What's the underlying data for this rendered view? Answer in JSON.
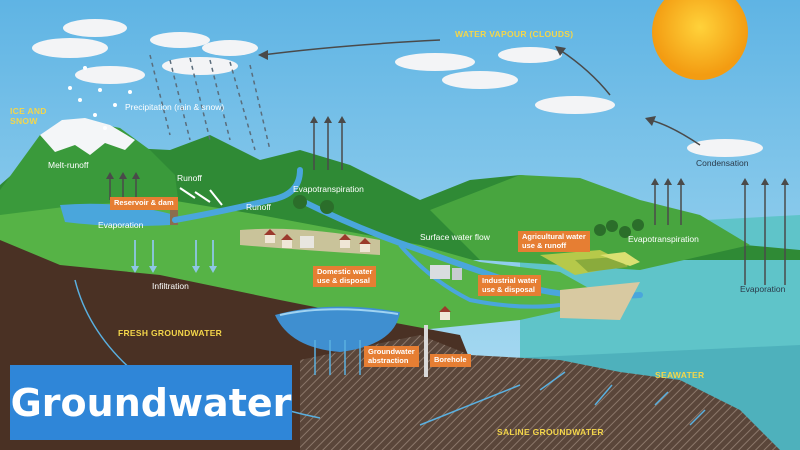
{
  "title": "Groundwater",
  "labels": {
    "water_vapour": "WATER VAPOUR (CLOUDS)",
    "ice_snow_1": "ICE AND",
    "ice_snow_2": "SNOW",
    "precipitation": "Precipitation (rain & snow)",
    "melt_runoff": "Melt-runoff",
    "runoff_1": "Runoff",
    "runoff_2": "Runoff",
    "evaporation_1": "Evaporation",
    "evapotranspiration_1": "Evapotranspiration",
    "evapotranspiration_2": "Evapotranspiration",
    "condensation": "Condensation",
    "surface_water_flow": "Surface water flow",
    "infiltration": "Infiltration",
    "fresh_groundwater": "FRESH GROUNDWATER",
    "evaporation_2": "Evaporation",
    "seawater": "SEAWATER",
    "saline_groundwater": "SALINE GROUNDWATER"
  },
  "boxes": {
    "reservoir": "Reservoir & dam",
    "domestic_1": "Domestic water",
    "domestic_2": "use & disposal",
    "agricultural_1": "Agricultural water",
    "agricultural_2": "use & runoff",
    "industrial_1": "Industrial water",
    "industrial_2": "use & disposal",
    "groundwater_abs_1": "Groundwater",
    "groundwater_abs_2": "abstraction",
    "borehole": "Borehole"
  },
  "colors": {
    "sky": "#7cc4e8",
    "hill_green": "#3f9a3e",
    "soil_brown": "#4b3226",
    "water_blue": "#4aa6dc",
    "sea": "#5cc1c8",
    "label_orange": "#e67e33",
    "title_blue": "#2f86d8",
    "sun": "#f7b21a"
  }
}
